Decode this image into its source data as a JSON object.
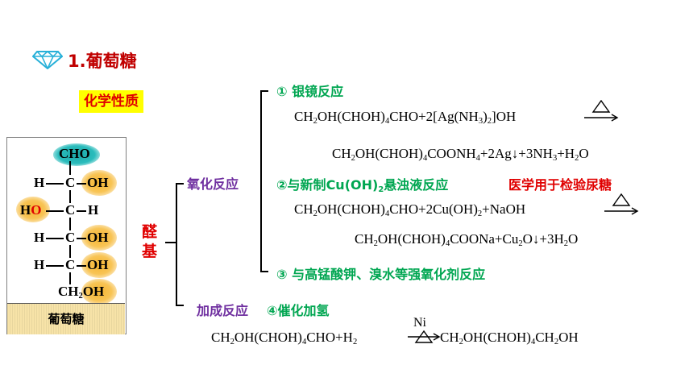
{
  "header": {
    "title": "1.葡萄糖",
    "chem_props_label": "化学性质"
  },
  "structure": {
    "top": "CHO",
    "rows": [
      {
        "left": "H",
        "c": "C",
        "right": "OH"
      },
      {
        "left": "HO",
        "c": "C",
        "right": "H"
      },
      {
        "left": "H",
        "c": "C",
        "right": "OH"
      },
      {
        "left": "H",
        "c": "C",
        "right": "OH"
      }
    ],
    "bottom": {
      "main": "CH",
      "sub": "2",
      "tail": "OH"
    },
    "name": "葡萄糖",
    "colors": {
      "highlight_teal": "#2bbcbc",
      "highlight_orange": "#f8c455",
      "ho_red": "#e00000"
    }
  },
  "tree": {
    "root_label": "醛基",
    "branch1_label": "氧化反应",
    "branch2_label": "加成反应",
    "r1": {
      "num": "①",
      "title": "银镜反应"
    },
    "r2": {
      "num": "②",
      "title_pre": "与新制",
      "title_formula": "Cu(OH)",
      "title_sub": "2",
      "title_post": "悬浊液反应",
      "note": "医学用于检验尿糖"
    },
    "r3": {
      "num": "③",
      "title": "与高锰酸钾、溴水等强氧化剂反应"
    },
    "r4": {
      "num": "④",
      "title": "催化加氢"
    },
    "catalyst": "Ni"
  },
  "colors": {
    "green": "#00a651",
    "purple": "#7030a0",
    "red": "#e00000",
    "title_red": "#c00000",
    "label_bg": "#ffff00"
  }
}
